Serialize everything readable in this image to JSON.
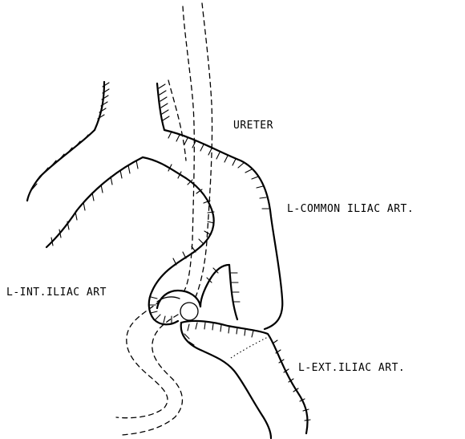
{
  "labels": {
    "ureter": "URETER",
    "common_iliac": "L-COMMON ILIAC ART.",
    "internal_iliac": "L-INT.ILIAC ART",
    "external_iliac": "L-EXT.ILIAC ART."
  }
}
